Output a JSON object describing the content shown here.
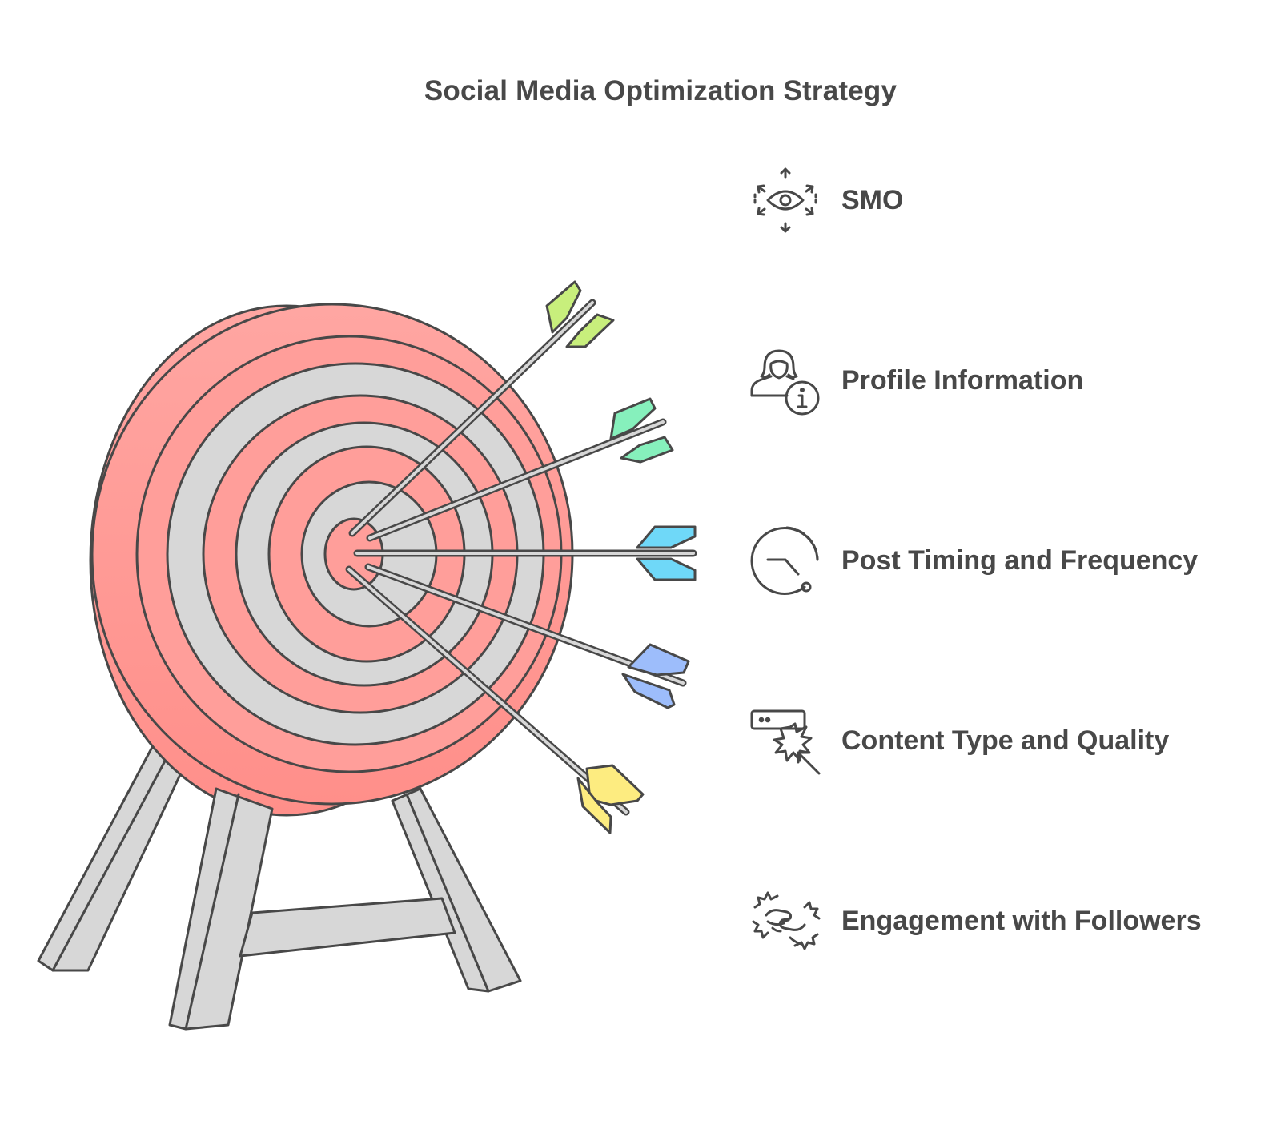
{
  "title": "Social Media Optimization Strategy",
  "colors": {
    "stroke": "#484848",
    "ring_red": "#ff9a96",
    "ring_grey": "#d7d7d7",
    "arrow_lime": "#c8ef7c",
    "arrow_green": "#86f0bc",
    "arrow_cyan": "#6fd8f8",
    "arrow_blue": "#9dbdfb",
    "arrow_yellow": "#fdec80"
  },
  "items": [
    {
      "label": "SMO",
      "icon": "eye-focus-icon"
    },
    {
      "label": "Profile Information",
      "icon": "user-info-icon"
    },
    {
      "label": "Post Timing and Frequency",
      "icon": "clock-timing-icon"
    },
    {
      "label": "Content Type and Quality",
      "icon": "click-content-icon"
    },
    {
      "label": "Engagement with Followers",
      "icon": "handshake-icon"
    }
  ]
}
